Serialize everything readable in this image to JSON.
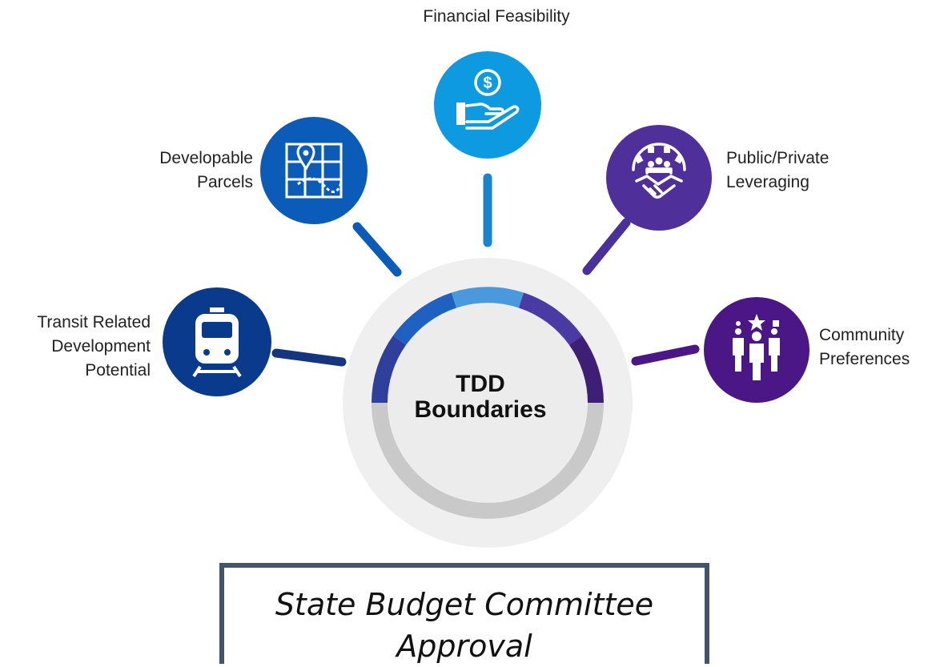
{
  "center": {
    "title": "TDD\nBoundaries"
  },
  "nodes": [
    {
      "id": "transit",
      "label": "Transit Related\nDevelopment\nPotential",
      "icon": "train-icon",
      "color": "#0a3a8c"
    },
    {
      "id": "developable",
      "label": "Developable\nParcels",
      "icon": "map-pin-grid-icon",
      "color": "#0b5cb8"
    },
    {
      "id": "financial",
      "label": "Financial Feasibility",
      "icon": "hand-coin-icon",
      "color": "#0d9ae0"
    },
    {
      "id": "public",
      "label": "Public/Private\nLeveraging",
      "icon": "gear-handshake-icon",
      "color": "#4f2f9a"
    },
    {
      "id": "community",
      "label": "Community\nPreferences",
      "icon": "people-star-icon",
      "color": "#4b1686"
    }
  ],
  "ring_colors": [
    "#2f3f9c",
    "#1f61c0",
    "#4a99dc",
    "#4a3aa4",
    "#3d1f76",
    "#c8c8c8"
  ],
  "approval": {
    "text": "State Budget Committee\nApproval",
    "border_color": "#44546a"
  }
}
